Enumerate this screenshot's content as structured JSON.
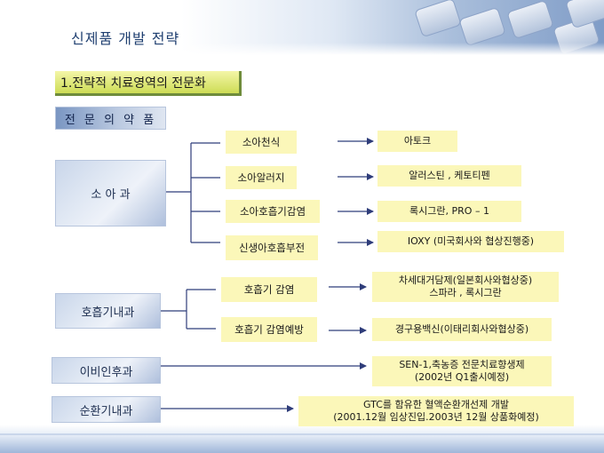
{
  "page_title": "신제품 개발 전략",
  "section_heading": "1.전략적 치료영역의 전문화",
  "category_header": "전 문 의 약 품",
  "departments": [
    {
      "name": "소 아 과",
      "items": [
        {
          "label": "소아천식",
          "result": "아토크"
        },
        {
          "label": "소아알러지",
          "result": "알러스틴 , 케토티펜"
        },
        {
          "label": "소아호흡기감염",
          "result": "록시그란, PRO – 1"
        },
        {
          "label": "신생아호흡부전",
          "result": "IOXY (미국회사와 협상진행중)"
        }
      ]
    },
    {
      "name": "호흡기내과",
      "items": [
        {
          "label": "호흡기 감염",
          "result_lines": [
            "차세대거담제(일본회사와협상중)",
            "스파라 , 록시그란"
          ]
        },
        {
          "label": "호흡기 감염예방",
          "result": "경구용백신(이태리회사와협상중)"
        }
      ]
    },
    {
      "name": "이비인후과",
      "result_lines": [
        "SEN-1,축농증 전문치료향생제",
        "(2002년 Q1출시예정)"
      ]
    },
    {
      "name": "순환기내과",
      "result_lines": [
        "GTC를 함유한 혈액순환개선제 개발",
        "(2001.12월 임상진입.2003년 12월 상품화예정)"
      ]
    }
  ]
}
